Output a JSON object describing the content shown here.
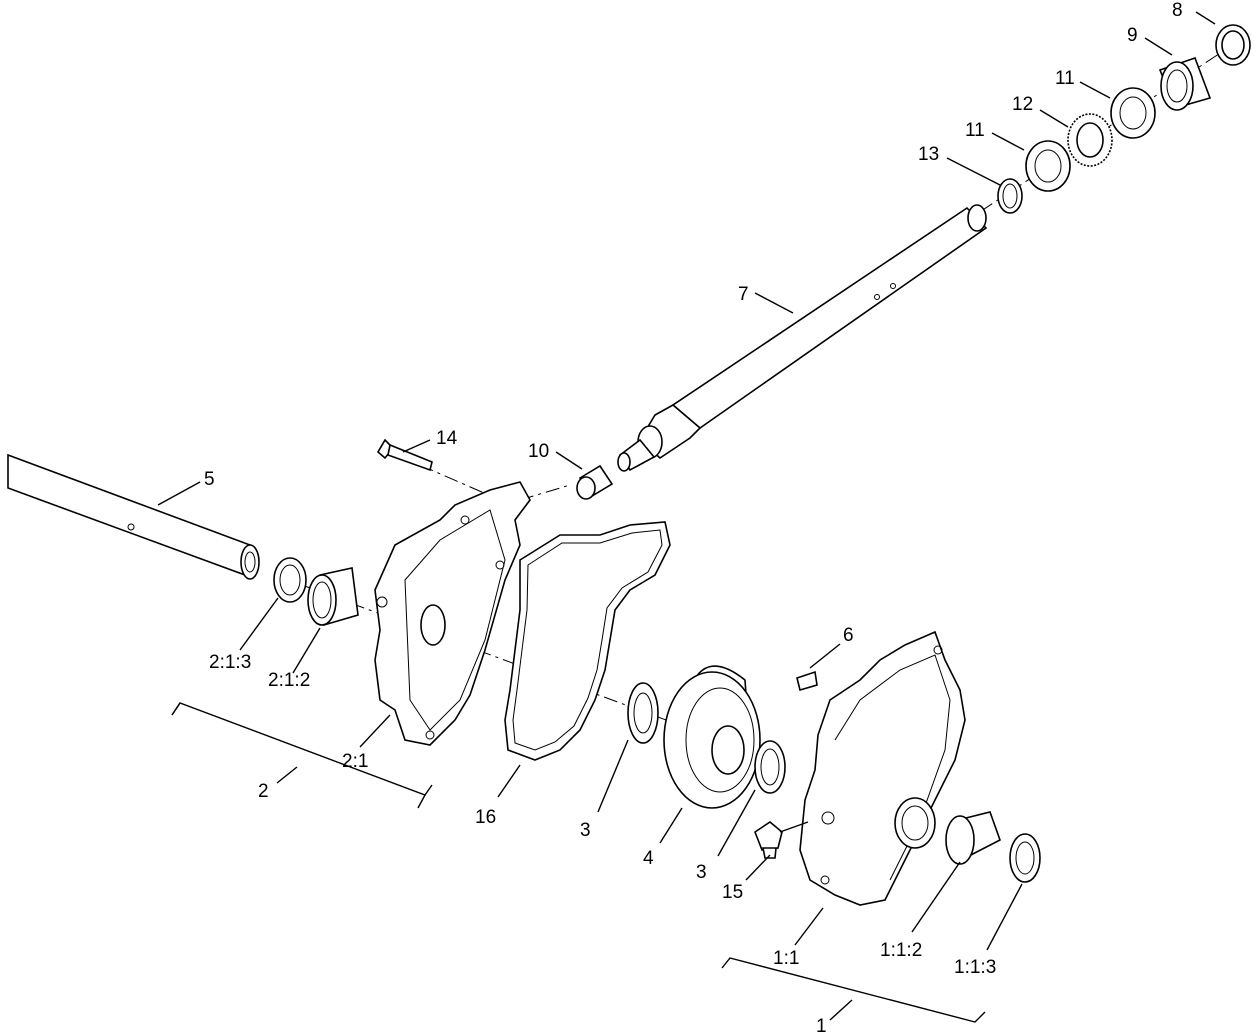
{
  "callouts": {
    "c8": "8",
    "c9": "9",
    "c11a": "11",
    "c12": "12",
    "c11b": "11",
    "c13": "13",
    "c7": "7",
    "c14": "14",
    "c10": "10",
    "c5": "5",
    "c6": "6",
    "c213": "2:1:3",
    "c212": "2:1:2",
    "c21": "2:1",
    "c2": "2",
    "c16": "16",
    "c3a": "3",
    "c4": "4",
    "c3b": "3",
    "c15": "15",
    "c11": "1:1",
    "c112": "1:1:2",
    "c113": "1:1:3",
    "c1": "1"
  }
}
